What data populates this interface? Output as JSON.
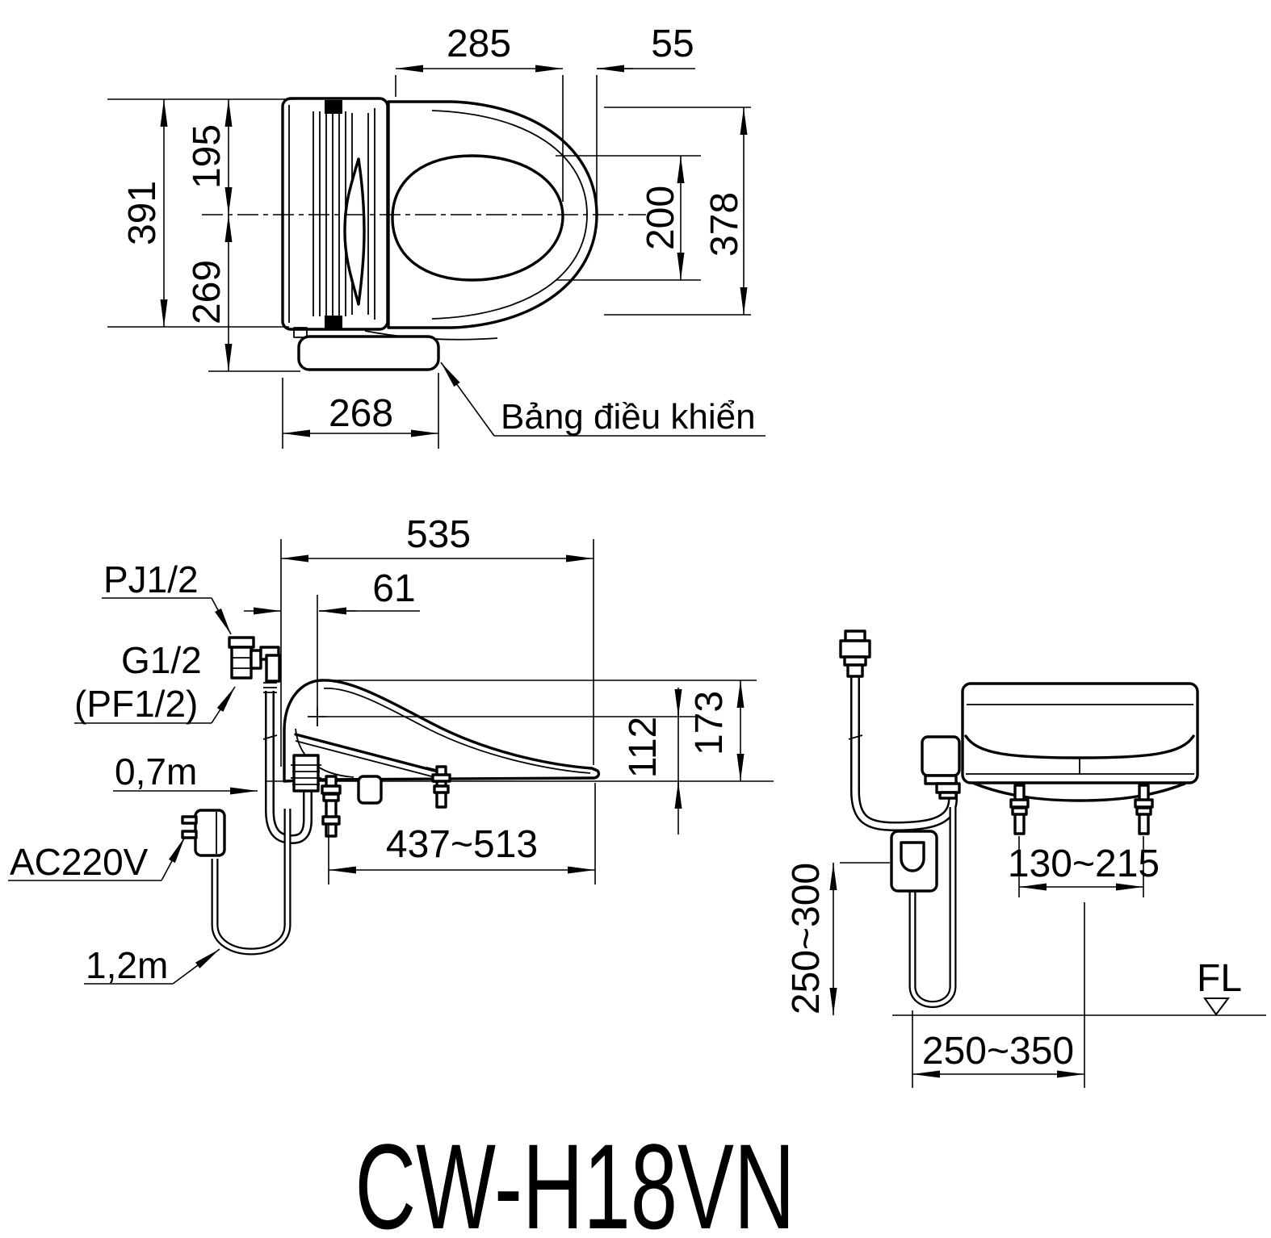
{
  "title": "CW-H18VN",
  "colors": {
    "ink": "#000000",
    "background": "#ffffff"
  },
  "top_view": {
    "dims": {
      "lid_width": "285",
      "lid_front_offset": "55",
      "total_depth": "391",
      "front_depth": "195",
      "rear_depth": "269",
      "opening_width": "200",
      "seat_depth": "378",
      "body_width": "268"
    },
    "labels": {
      "control_panel": "Bảng điều khiển"
    }
  },
  "side_view": {
    "dims": {
      "total_length": "535",
      "inlet_offset": "61",
      "seat_height": "112",
      "total_height": "173",
      "mount_range": "437~513"
    },
    "labels": {
      "water_supply": "PJ1/2",
      "thread": "G1/2",
      "thread_alt": "(PF1/2)",
      "hose_length": "0,7m",
      "power": "AC220V",
      "cord_length": "1,2m"
    }
  },
  "rear_view": {
    "dims": {
      "mount_pitch": "130~215",
      "outlet_height": "250~300",
      "outlet_distance": "250~350"
    },
    "labels": {
      "floor_level": "FL"
    }
  }
}
